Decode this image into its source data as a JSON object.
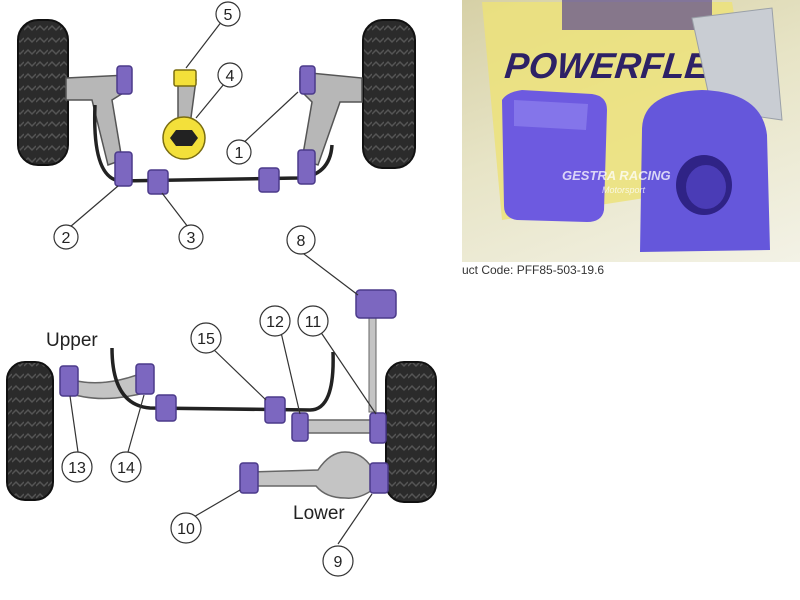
{
  "callouts": [
    "1",
    "2",
    "3",
    "4",
    "5",
    "8",
    "9",
    "10",
    "11",
    "12",
    "13",
    "14",
    "15"
  ],
  "labels": {
    "upper": "Upper",
    "lower": "Lower"
  },
  "product": {
    "brand": "POWERFLEX",
    "watermark": "GESTRA RACING",
    "watermark_sub": "Motorsport",
    "code": "uct Code: PFF85-503-19.6"
  },
  "colors": {
    "bush_purple": "#7c67c0",
    "bush_dark": "#4b3a8a",
    "arm_grey": "#b7b7b7",
    "tyre": "#2a2a2a",
    "highlight_yellow": "#f3e03a",
    "photo_purple": "#6d5ae0"
  }
}
